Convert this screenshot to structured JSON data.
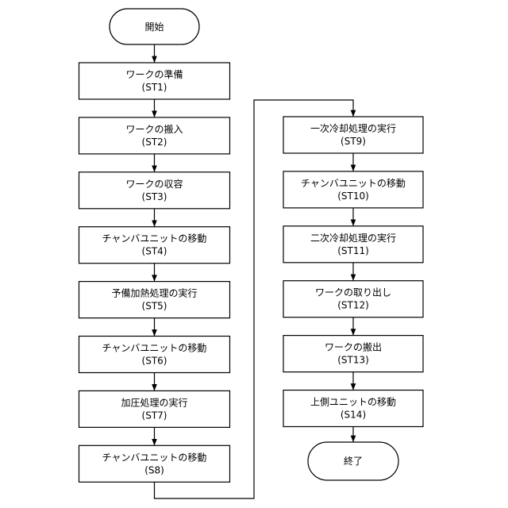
{
  "flowchart": {
    "start": "開始",
    "end": "終了",
    "left_steps": [
      {
        "label": "ワークの準備",
        "code": "(ST1)"
      },
      {
        "label": "ワークの搬入",
        "code": "(ST2)"
      },
      {
        "label": "ワークの収容",
        "code": "(ST3)"
      },
      {
        "label": "チャンバユニットの移動",
        "code": "(ST4)"
      },
      {
        "label": "予備加熱処理の実行",
        "code": "(ST5)"
      },
      {
        "label": "チャンバユニットの移動",
        "code": "(ST6)"
      },
      {
        "label": "加圧処理の実行",
        "code": "(ST7)"
      },
      {
        "label": "チャンバユニットの移動",
        "code": "(S8)"
      }
    ],
    "right_steps": [
      {
        "label": "一次冷却処理の実行",
        "code": "(ST9)"
      },
      {
        "label": "チャンバユニットの移動",
        "code": "(ST10)"
      },
      {
        "label": "二次冷却処理の実行",
        "code": "(ST11)"
      },
      {
        "label": "ワークの取り出し",
        "code": "(ST12)"
      },
      {
        "label": "ワークの搬出",
        "code": "(ST13)"
      },
      {
        "label": "上側ユニットの移動",
        "code": "(S14)"
      }
    ]
  }
}
